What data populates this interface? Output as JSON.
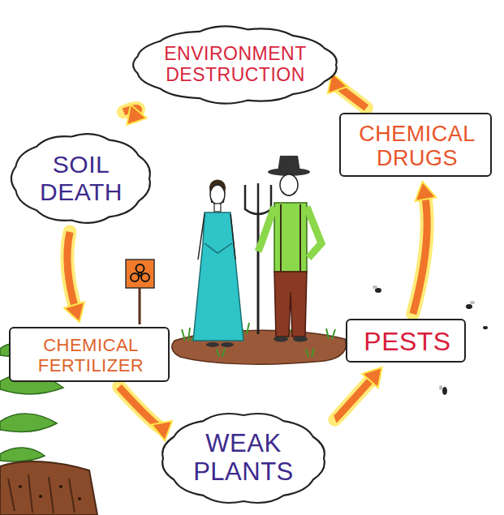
{
  "diagram": {
    "nodes": [
      {
        "text": [
          "ENVIRONMENT DESTRUCTION"
        ]
      },
      {
        "text": [
          "SOIL DEATH"
        ]
      },
      {
        "text": [
          "CHEMICAL DRUGS"
        ]
      },
      {
        "text": [
          "CHEMICAL FERTILIZER"
        ]
      },
      {
        "text": [
          "PESTS"
        ]
      },
      {
        "text": [
          "WEAK PLANTS"
        ]
      }
    ],
    "edges": [
      {
        "from": 0,
        "to": 1,
        "arrow": "to"
      },
      {
        "from": 1,
        "to": 3,
        "arrow": "to"
      },
      {
        "from": 3,
        "to": 5,
        "arrow": "to"
      },
      {
        "from": 5,
        "to": 4,
        "arrow": "to"
      },
      {
        "from": 4,
        "to": 2,
        "arrow": "to"
      },
      {
        "from": 2,
        "to": 0,
        "arrow": "to"
      }
    ]
  }
}
